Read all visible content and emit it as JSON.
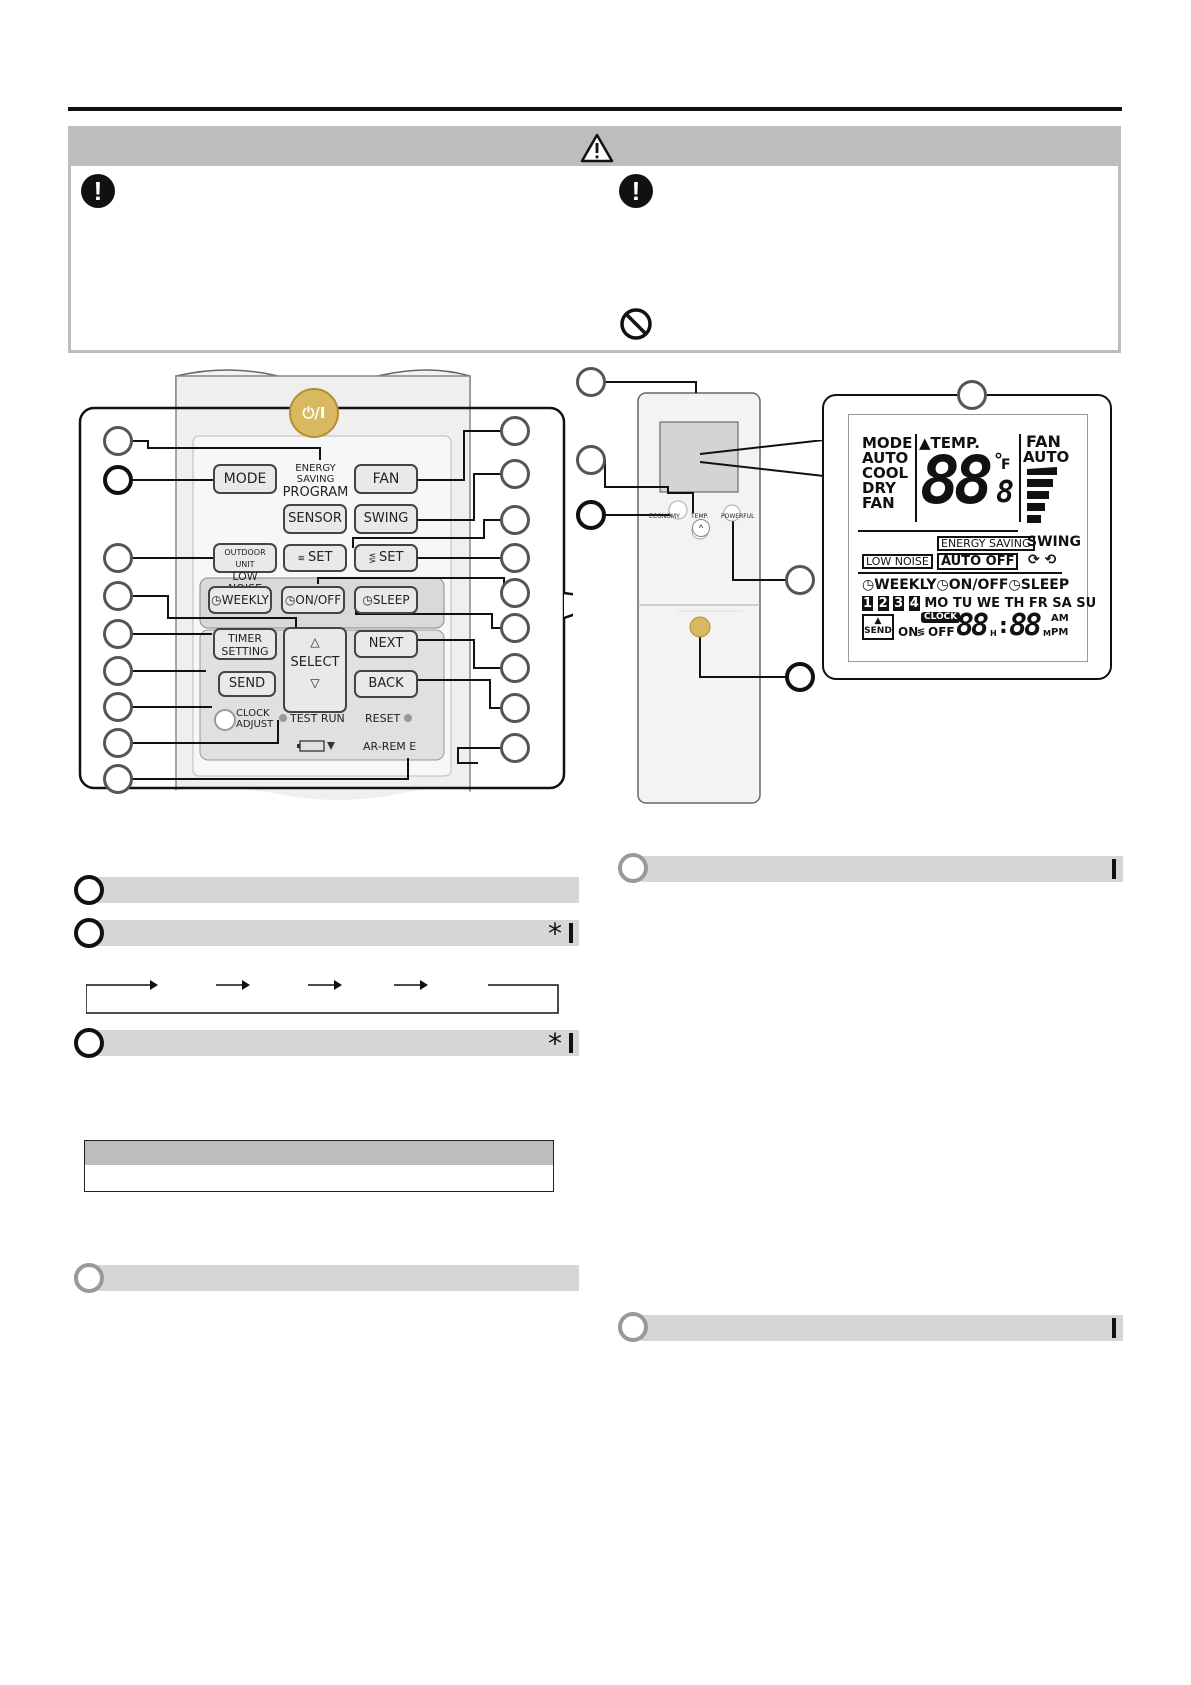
{
  "remote": {
    "power_label": "⏻/I",
    "buttons": {
      "mode": "MODE",
      "energy_saving_top": "ENERGY SAVING",
      "energy_saving_bottom": "PROGRAM",
      "sensor": "SENSOR",
      "fan": "FAN",
      "swing": "SWING",
      "outdoor_top": "OUTDOOR UNIT",
      "outdoor_bottom": "LOW NOISE",
      "set_vertical": "SET",
      "set_horizontal": "SET",
      "weekly": "WEEKLY",
      "on_off": "ON/OFF",
      "sleep": "SLEEP",
      "timer_top": "TIMER",
      "timer_bottom": "SETTING",
      "select_label": "SELECT",
      "next": "NEXT",
      "send": "SEND",
      "back": "BACK",
      "clock_top": "CLOCK",
      "clock_bottom": "ADJUST",
      "test_run": "TEST RUN",
      "reset": "RESET",
      "model": "AR-REM",
      "model_end": "E"
    },
    "small": {
      "economy": "ECONOMY",
      "temp": "TEMP.",
      "powerful": "POWERFUL"
    }
  },
  "lcd": {
    "mode_list": [
      "MODE",
      "AUTO",
      "COOL",
      "DRY",
      "FAN"
    ],
    "temp_label": "TEMP.",
    "digits": "88",
    "digit_small": "8",
    "unit_c": "°",
    "unit_f": "F",
    "fan_title": "FAN",
    "fan_auto": "AUTO",
    "energy_saving": "ENERGY SAVING",
    "low_noise": "LOW NOISE",
    "auto_off": "AUTO OFF",
    "swing": "SWING",
    "weekly": "WEEKLY",
    "on_off": "ON/OFF",
    "sleep": "SLEEP",
    "program_numbers": [
      "1",
      "2",
      "3",
      "4"
    ],
    "days": [
      "MO",
      "TU",
      "WE",
      "TH",
      "FR",
      "SA",
      "SU"
    ],
    "send": "SEND",
    "on": "ON",
    "off": "OFF",
    "clock": "CLOCK",
    "time_hours": "88",
    "h": "H",
    "time_minutes": "88",
    "m": "M",
    "am": "AM",
    "pm": "PM"
  },
  "sections": {
    "asterisk": "*"
  },
  "icons": [
    "warning-triangle-icon",
    "mandatory-icon",
    "prohibition-icon",
    "arrow-right-icon",
    "up-arrow-icon",
    "down-arrow-icon",
    "battery-icon",
    "clock-icon",
    "swing-icon"
  ]
}
